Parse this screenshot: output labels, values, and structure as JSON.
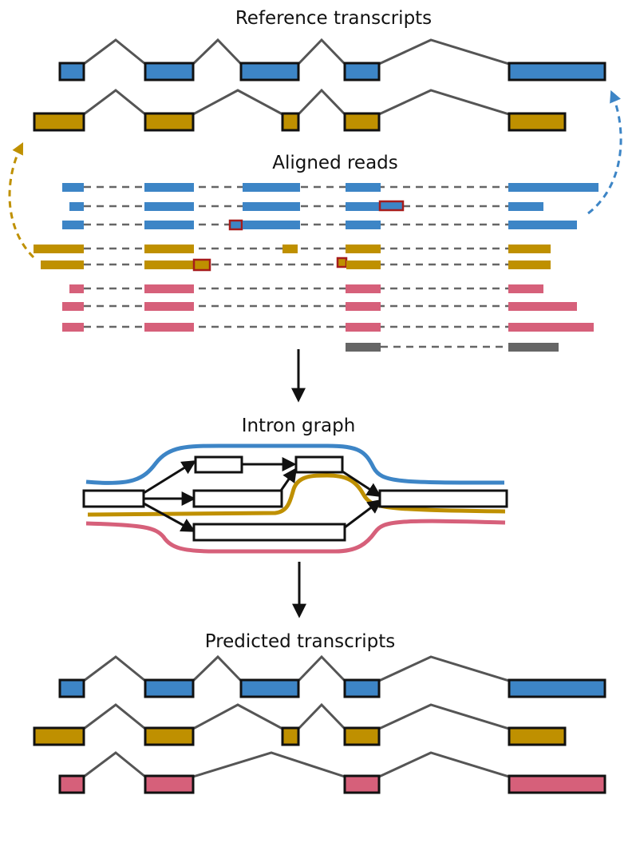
{
  "titles": {
    "reference": "Reference transcripts",
    "aligned": "Aligned reads",
    "graph": "Intron graph",
    "predicted": "Predicted transcripts"
  },
  "colors": {
    "blue": "#3d85c6",
    "gold": "#bf9000",
    "pink": "#d6607a",
    "gray": "#666666",
    "error_outline": "#a61c1c",
    "intron_line": "#555555",
    "box_border": "#111111"
  },
  "icons": [
    "down-arrow-icon",
    "dashed-return-arrow-icon"
  ]
}
